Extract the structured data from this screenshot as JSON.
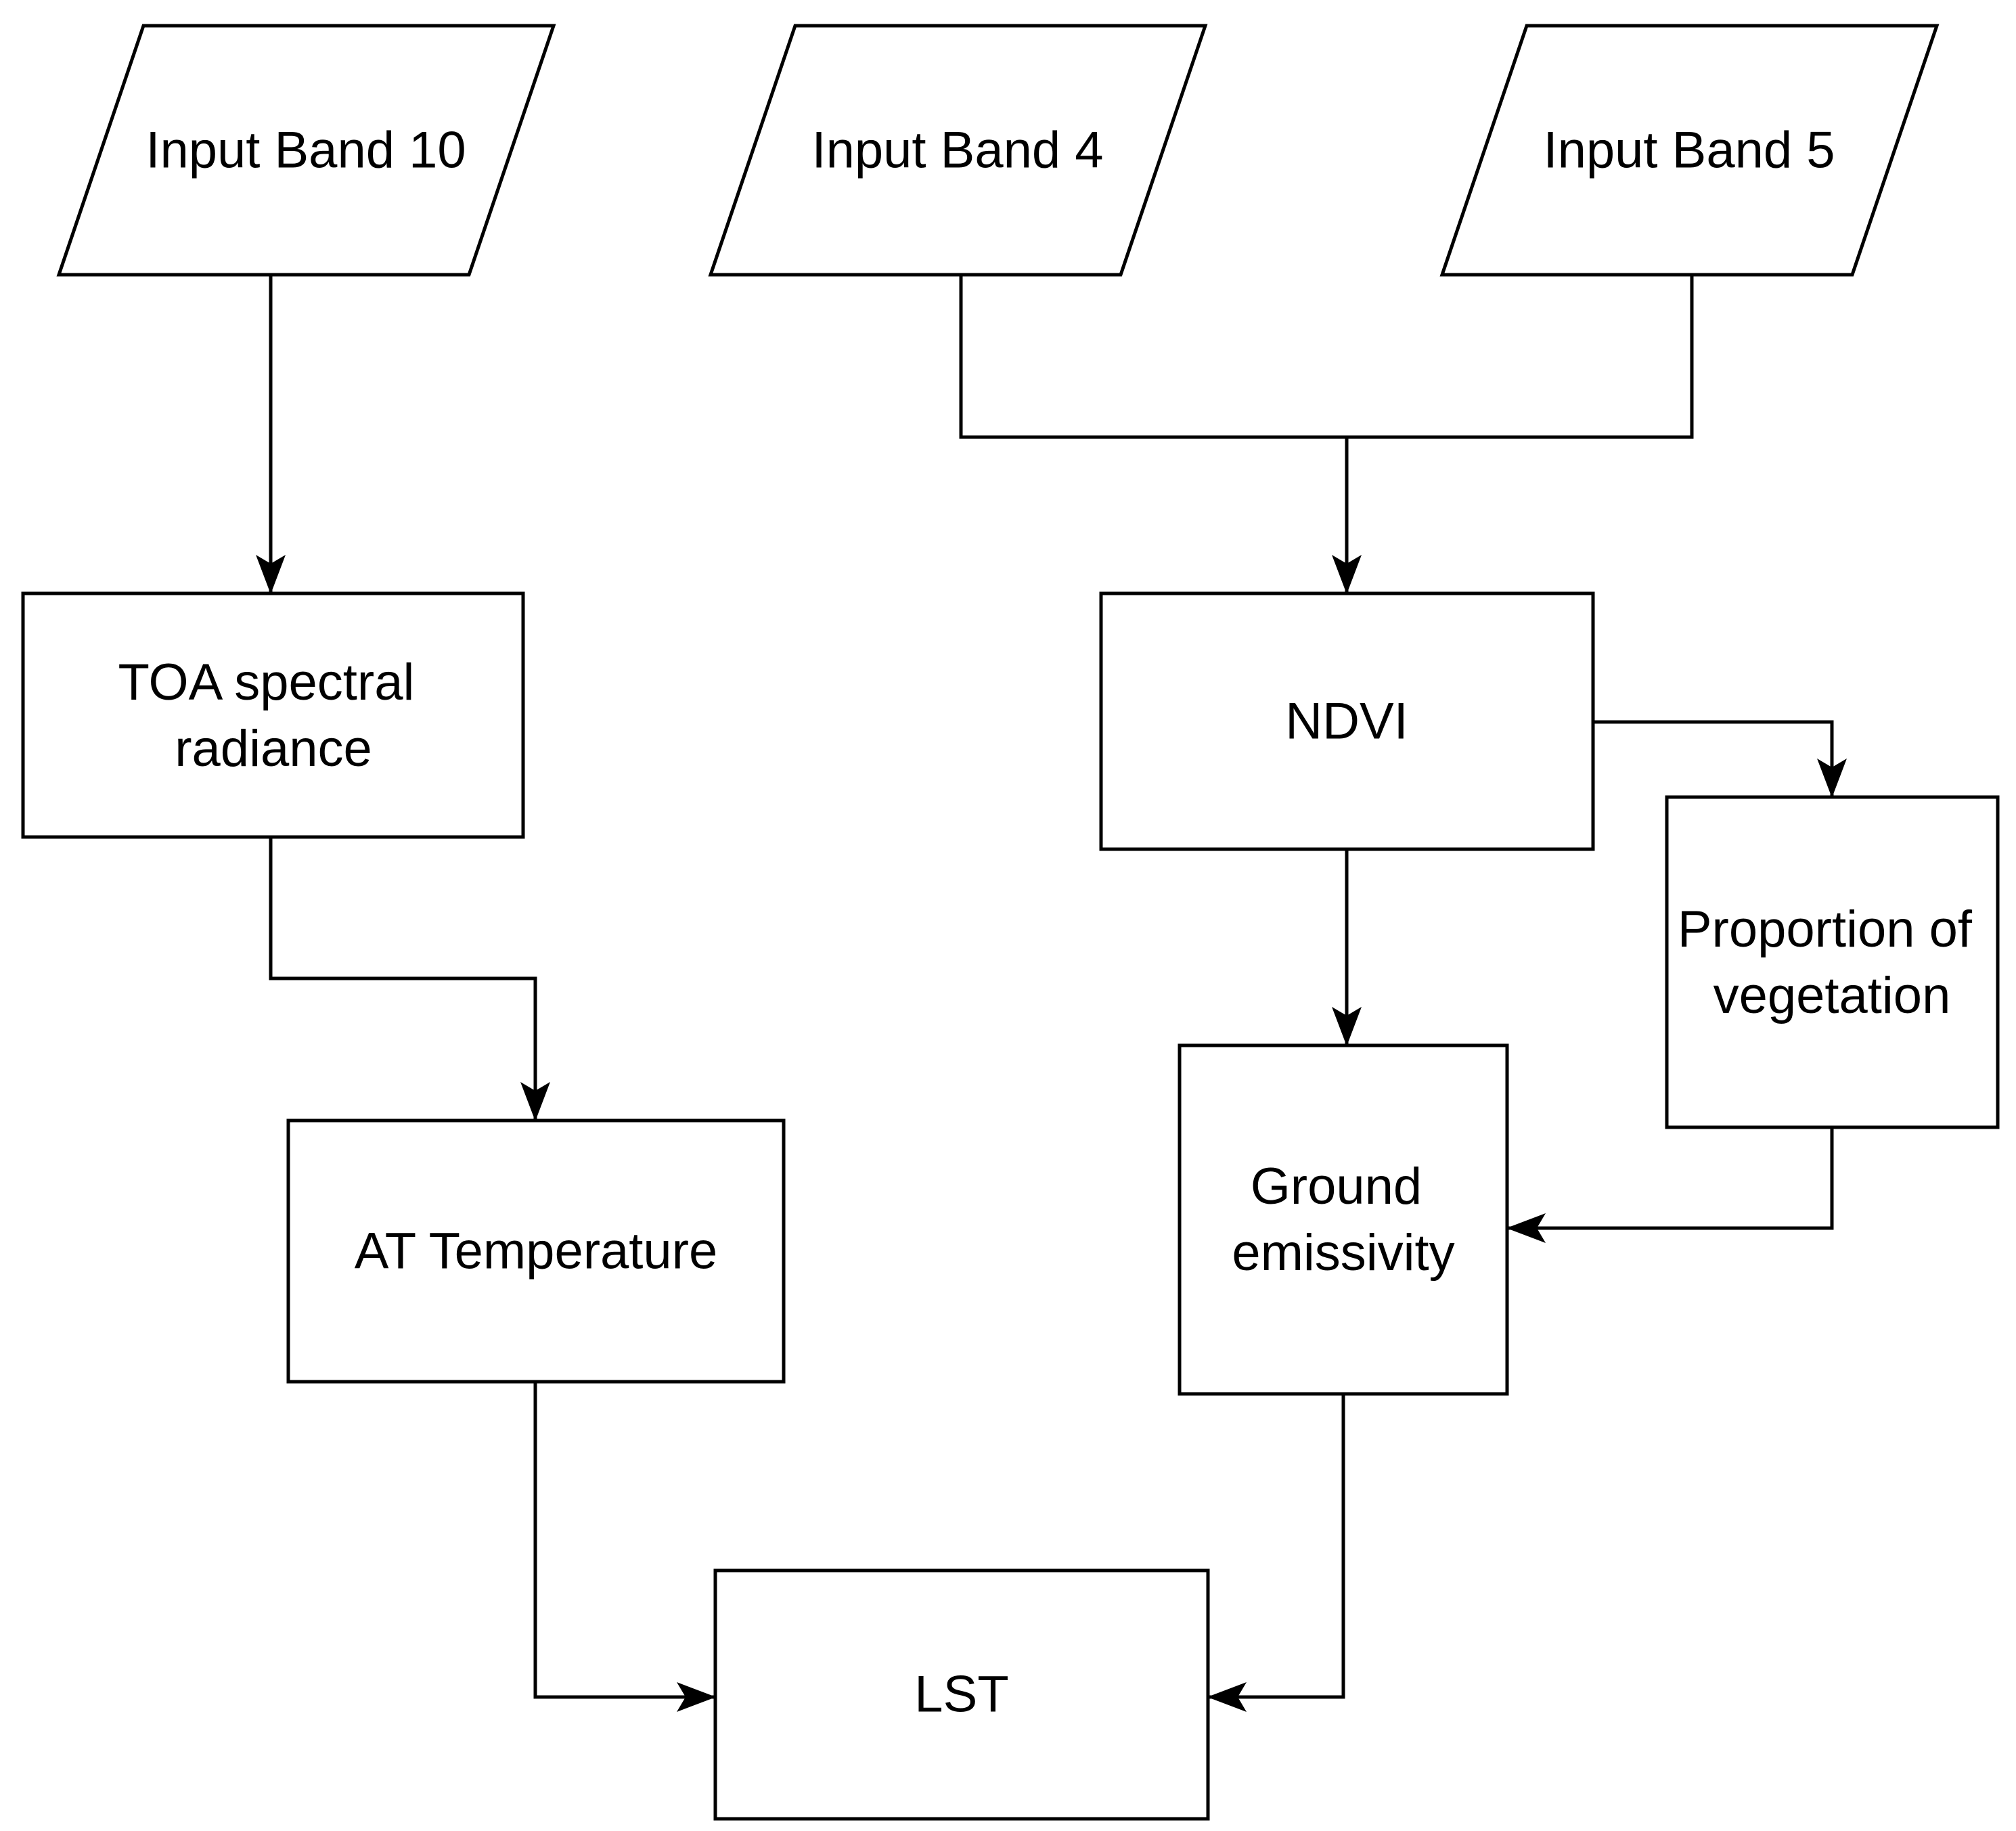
{
  "diagram": {
    "type": "flowchart",
    "colors": {
      "stroke": "#000000",
      "shape_fill": "#ffffff",
      "background": "#ffffff",
      "text": "#000000"
    },
    "nodes": {
      "band10": {
        "shape": "parallelogram",
        "label": "Input Band 10"
      },
      "band4": {
        "shape": "parallelogram",
        "label": "Input Band 4"
      },
      "band5": {
        "shape": "parallelogram",
        "label": "Input Band 5"
      },
      "toa": {
        "shape": "rectangle",
        "label": "TOA spectral radiance",
        "line1": "TOA spectral",
        "line2": "radiance"
      },
      "at": {
        "shape": "rectangle",
        "label": "AT Temperature"
      },
      "ndvi": {
        "shape": "rectangle",
        "label": "NDVI"
      },
      "pv": {
        "shape": "rectangle",
        "label": "Proportion of vegetation",
        "line1": "Proportion of",
        "line2": "vegetation"
      },
      "ge": {
        "shape": "rectangle",
        "label": "Ground emissivity",
        "line1": "Ground",
        "line2": "emissivity"
      },
      "lst": {
        "shape": "rectangle",
        "label": "LST"
      }
    },
    "edges": [
      {
        "from": "band10",
        "to": "toa",
        "arrow": true
      },
      {
        "from": "band4",
        "to": "merge-junction",
        "arrow": false
      },
      {
        "from": "band5",
        "to": "merge-junction",
        "arrow": false
      },
      {
        "from": "merge-junction",
        "to": "ndvi",
        "arrow": true
      },
      {
        "from": "toa",
        "to": "at",
        "arrow": true
      },
      {
        "from": "ndvi",
        "to": "ge",
        "arrow": true
      },
      {
        "from": "ndvi",
        "to": "pv",
        "arrow": true
      },
      {
        "from": "pv",
        "to": "ge",
        "arrow": true
      },
      {
        "from": "ge",
        "to": "lst",
        "arrow": true
      },
      {
        "from": "at",
        "to": "lst",
        "arrow": true
      }
    ]
  }
}
